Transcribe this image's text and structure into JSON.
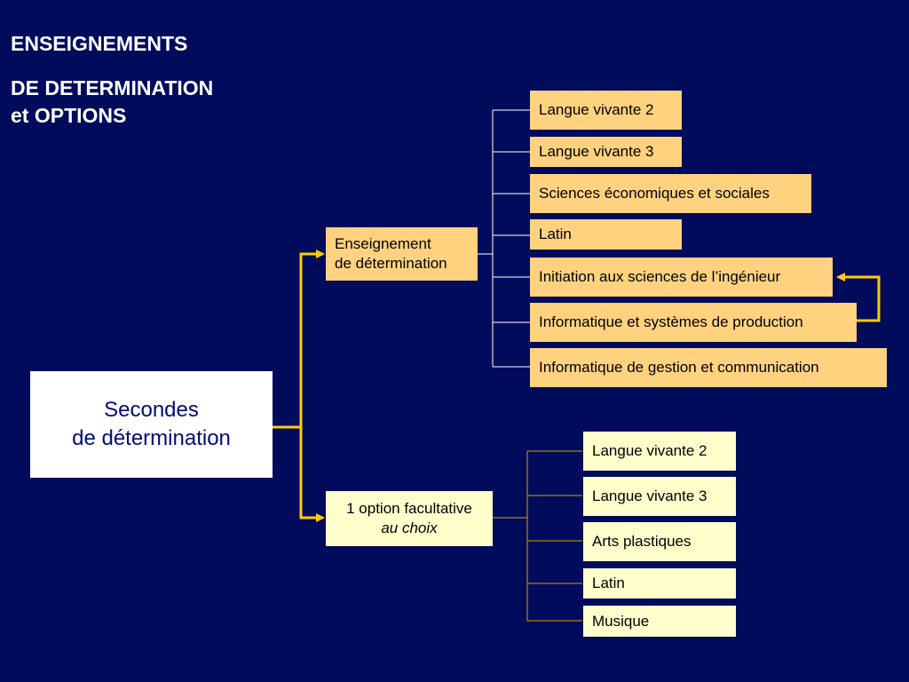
{
  "title": {
    "line1": "ENSEIGNEMENTS",
    "line2": "DE DETERMINATION",
    "line3": "et OPTIONS"
  },
  "root": {
    "line1": "Secondes",
    "line2": "de détermination"
  },
  "branch_determination": {
    "line1": "Enseignement",
    "line2": "de détermination",
    "items": [
      "Langue vivante 2",
      "Langue vivante 3",
      "Sciences économiques et sociales",
      "Latin",
      "Initiation aux sciences de l’ingénieur",
      "Informatique et systèmes de production",
      "Informatique de gestion et communication"
    ]
  },
  "branch_option": {
    "line1": "1 option facultative",
    "line2": "au choix",
    "items": [
      "Langue vivante 2",
      "Langue vivante 3",
      "Arts plastiques",
      "Latin",
      "Musique"
    ]
  },
  "colors": {
    "background": "#000c5b",
    "determination_box": "#ffd27f",
    "option_box": "#ffffcc",
    "connector": "#ffcc00",
    "thin_line_top": "#ffffff",
    "thin_line_bottom": "#d4a000"
  }
}
